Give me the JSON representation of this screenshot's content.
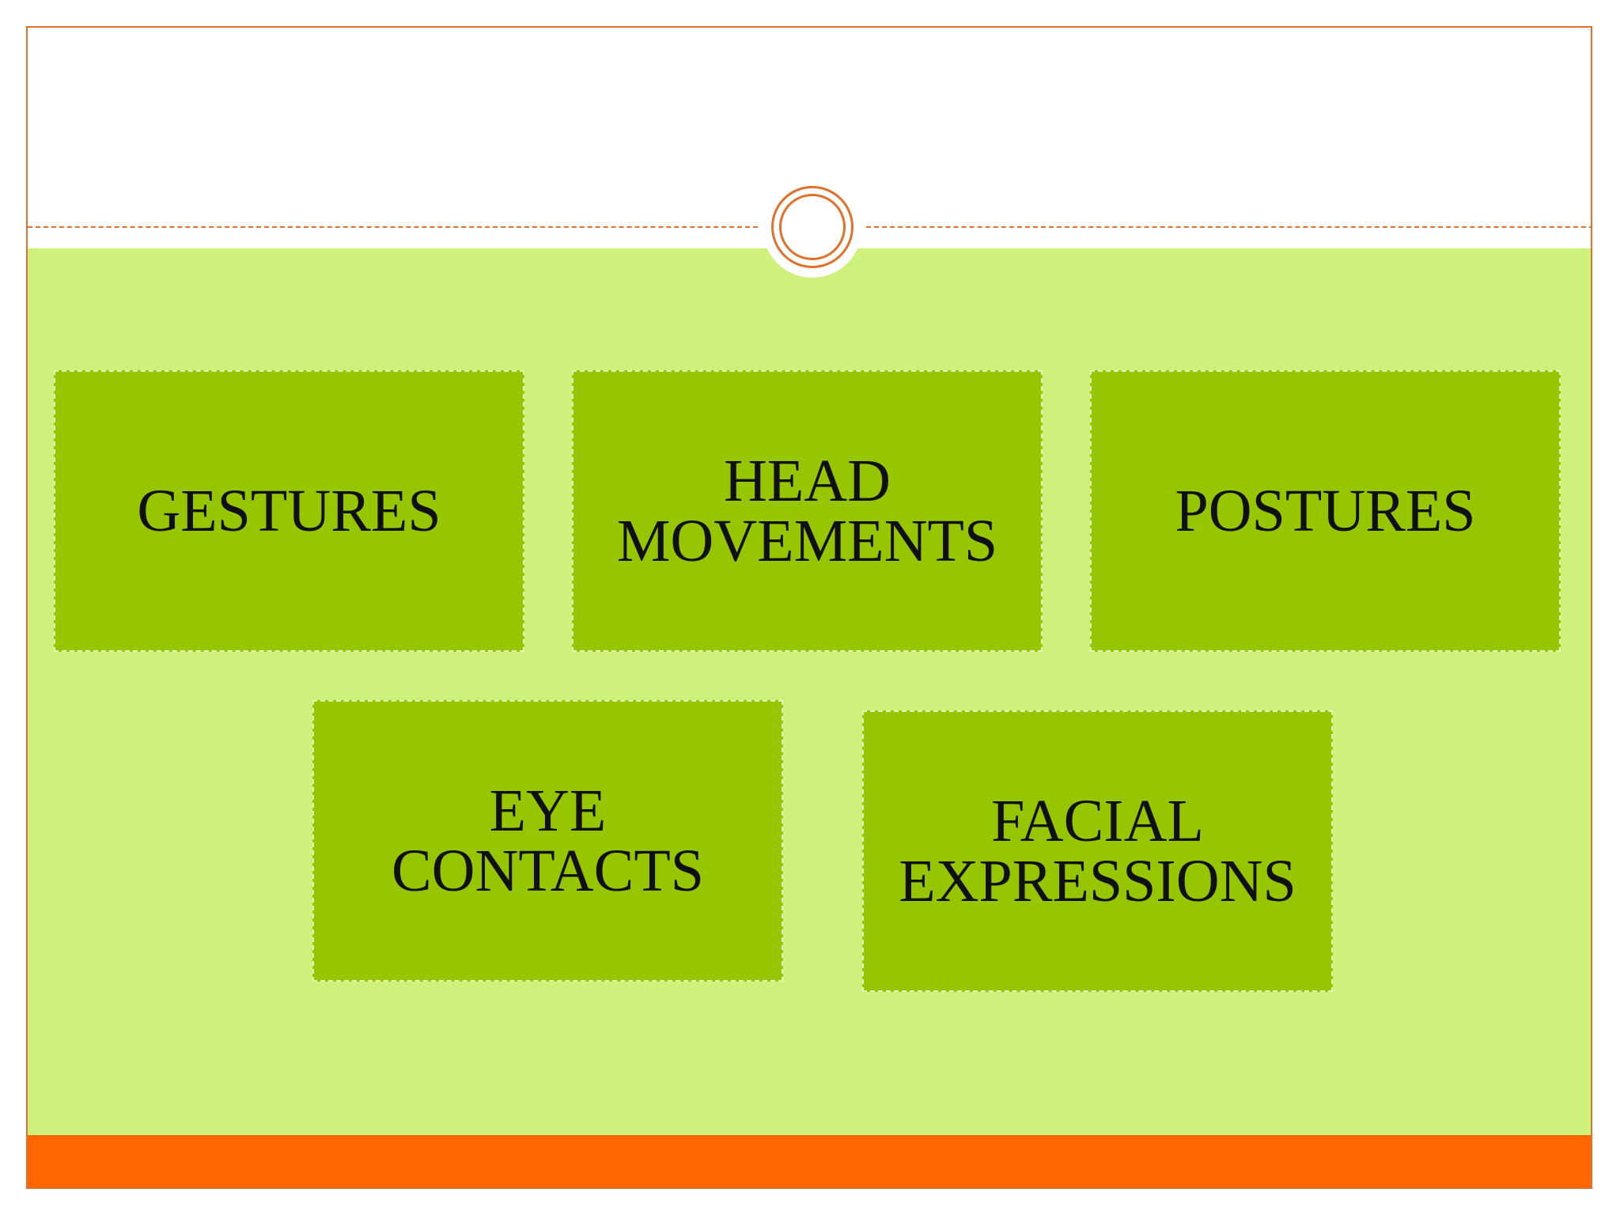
{
  "slide": {
    "colors": {
      "background": "#ffffff",
      "content_area": "#cdf17a",
      "box_fill": "#96c600",
      "accent_orange": "#ff6600",
      "border_orange": "#e0702a",
      "text": "#101010"
    },
    "boxes": [
      {
        "label": "GESTURES"
      },
      {
        "label": "HEAD\nMOVEMENTS"
      },
      {
        "label": "POSTURES"
      },
      {
        "label": "EYE\nCONTACTS"
      },
      {
        "label": "FACIAL\nEXPRESSIONS"
      }
    ]
  }
}
